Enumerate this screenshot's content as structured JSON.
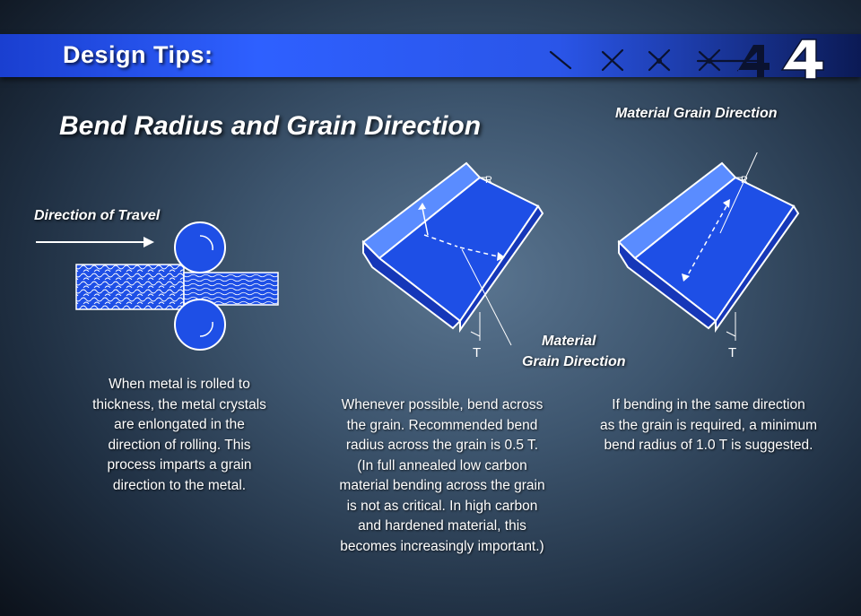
{
  "header": {
    "title": "Design Tips:",
    "brand_color": "#2e60ff"
  },
  "section_title": "Bend Radius and Grain Direction",
  "figures": {
    "rolling": {
      "label": "Direction of Travel"
    },
    "across": {
      "radius_label": "R",
      "thickness_label": "T",
      "grain_label_line1": "Material",
      "grain_label_line2": "Grain Direction"
    },
    "along": {
      "radius_label": "R",
      "thickness_label": "T",
      "grain_label": "Material Grain Direction"
    }
  },
  "captions": {
    "rolling": [
      "When metal is rolled to",
      "thickness, the metal crystals",
      "are enlongated in the",
      "direction of rolling. This",
      "process imparts a grain",
      "direction to the metal."
    ],
    "across": [
      "Whenever possible, bend across",
      "the grain. Recommended bend",
      "radius across the grain is 0.5 T.",
      "(In full annealed low carbon",
      "material bending across the grain",
      "is not as critical. In high carbon",
      "and hardened material, this",
      "becomes increasingly important.)"
    ],
    "along": [
      "If bending in the same direction",
      "as the grain is required, a minimum",
      "bend radius of 1.0 T is suggested."
    ]
  }
}
